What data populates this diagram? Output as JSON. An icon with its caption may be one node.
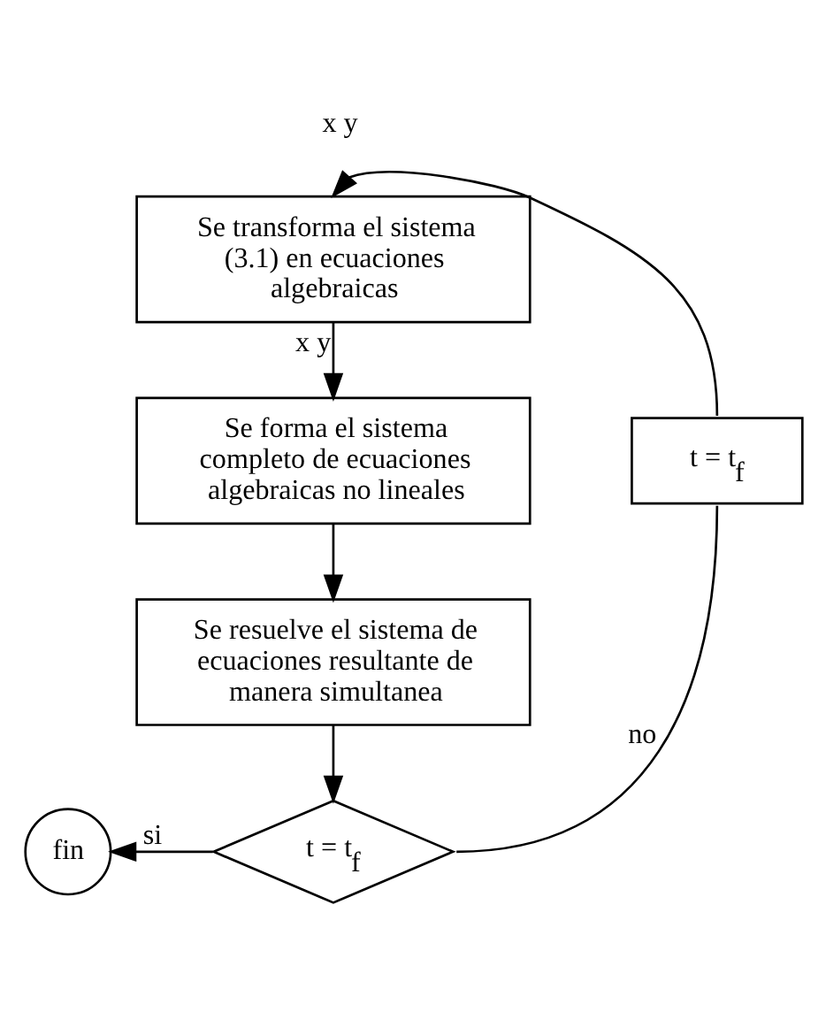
{
  "diagram": {
    "nodes": [
      {
        "text": [
          "Se transforma el sistema (3.1) en ecuaciones algebraicas"
        ]
      },
      {
        "text": [
          "Se forma el sistema completo de ecuaciones algebraicas no lineales"
        ]
      },
      {
        "text": [
          "Se resuelve el sistema de ecuaciones resultante de manera simultanea"
        ]
      },
      {
        "text": [
          "t = t$_{f}$"
        ]
      },
      {
        "text": [
          "fin"
        ]
      },
      {
        "text": [
          "t = t$_{f}$"
        ]
      }
    ],
    "edges": [
      {
        "from": 0,
        "to": 1,
        "arrow": "to",
        "label": "x y"
      },
      {
        "from": 1,
        "to": 2,
        "arrow": "to"
      },
      {
        "from": 2,
        "to": 3,
        "arrow": "to"
      },
      {
        "from": 3,
        "to": 4,
        "arrow": "to",
        "label": "si"
      },
      {
        "from": 3,
        "to": 5,
        "arrow": "none",
        "label": "no"
      },
      {
        "from": 5,
        "to": 0,
        "arrow": "to",
        "label": "x y"
      }
    ]
  }
}
